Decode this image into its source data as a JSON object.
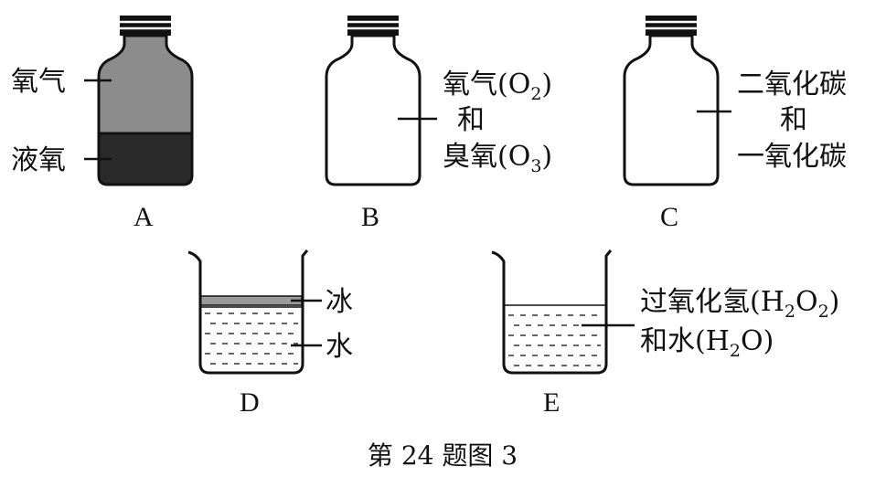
{
  "figure": {
    "title": "第 24 题图 3",
    "colors": {
      "ink": "#111111",
      "gas": "#8c8c8c",
      "liquid": "#2a2a2a",
      "ice": "#9a9a9a"
    },
    "bottle_a": {
      "letter": "A",
      "label_top": "氧气",
      "label_bottom": "液氧"
    },
    "bottle_b": {
      "letter": "B",
      "line1_text": "氧气",
      "line1_formula": {
        "open": "(O",
        "sub": "2",
        "close": ")"
      },
      "line2": "和",
      "line3_text": "臭氧",
      "line3_formula": {
        "open": "(O",
        "sub": "3",
        "close": ")"
      }
    },
    "bottle_c": {
      "letter": "C",
      "line1": "二氧化碳",
      "line2": "和",
      "line3": "一氧化碳"
    },
    "beaker_d": {
      "letter": "D",
      "label_top": "冰",
      "label_bottom": "水"
    },
    "beaker_e": {
      "letter": "E",
      "line1_text": "过氧化氢",
      "line1_formula": {
        "open": "(H",
        "sub1": "2",
        "mid": "O",
        "sub2": "2",
        "close": ")"
      },
      "line2_text": "和水",
      "line2_formula": {
        "open": "(H",
        "sub": "2",
        "close": "O)"
      }
    }
  }
}
